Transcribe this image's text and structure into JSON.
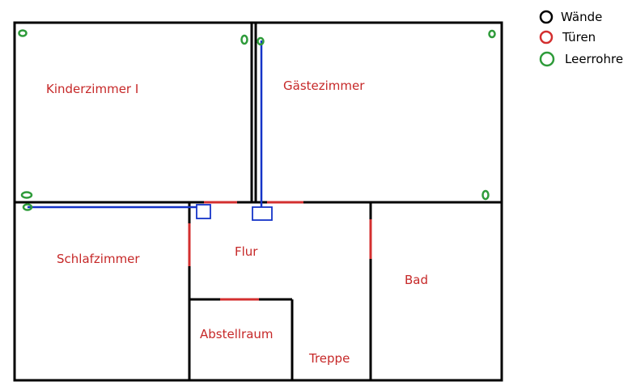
{
  "colors": {
    "wall": "#000000",
    "door": "#d32f2f",
    "conduit": "#2e9b3a",
    "pipe": "#1534c8",
    "label": "#c62828",
    "background": "#ffffff"
  },
  "rooms": {
    "kinderzimmer": "Kinderzimmer I",
    "gaestezimmer": "Gästezimmer",
    "schlafzimmer": "Schlafzimmer",
    "flur": "Flur",
    "bad": "Bad",
    "abstellraum": "Abstellraum",
    "treppe": "Treppe"
  },
  "legend": {
    "walls": {
      "label": "Wände",
      "icon": "black-circle-icon"
    },
    "doors": {
      "label": "Türen",
      "icon": "red-circle-icon"
    },
    "conduits": {
      "label": "Leerrohre",
      "icon": "green-circle-icon"
    }
  }
}
